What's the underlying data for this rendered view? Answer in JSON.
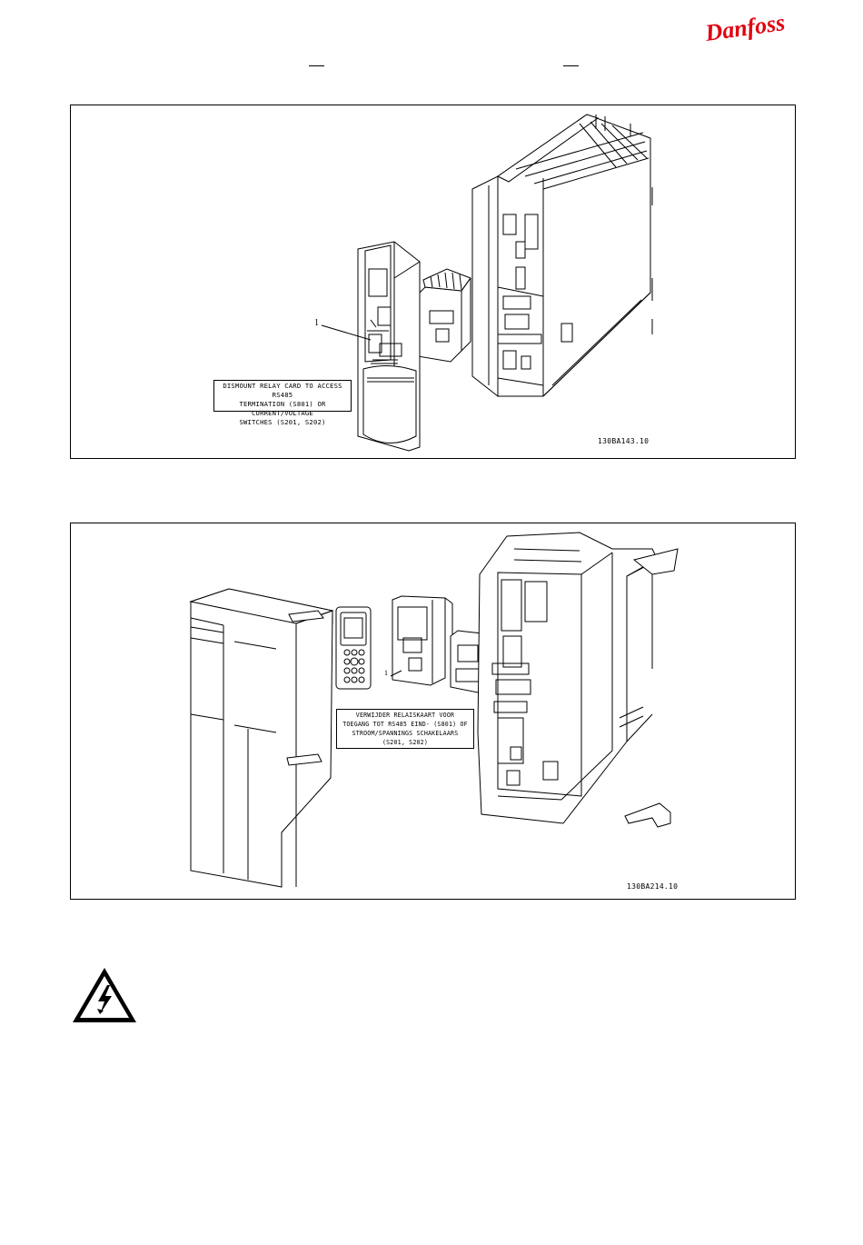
{
  "header": {
    "brand": "Danfoss",
    "brand_color": "#e2000f",
    "logo_icon": "danfoss-logo-icon"
  },
  "figure1": {
    "item_number": "1",
    "callout_lines": [
      "DISMOUNT RELAY CARD TO ACCESS RS485",
      "TERMINATION (S801) OR CURRENT/VOLTAGE",
      "SWITCHES (S201, S202)"
    ],
    "figure_code": "130BA143.10"
  },
  "figure2": {
    "item_number": "1",
    "callout_lines": [
      "VERWIJDER RELAISKAART VOOR",
      "TOEGANG TOT RS485 EIND- (S801) OF",
      "STROOM/SPANNINGS SCHAKELAARS",
      "(S201, S202)"
    ],
    "figure_code": "130BA214.10"
  },
  "warning": {
    "icon": "high-voltage-warning-icon"
  }
}
